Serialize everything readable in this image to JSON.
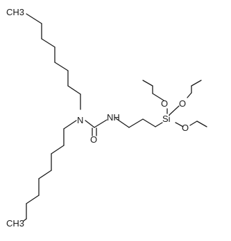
{
  "molecule": {
    "labels": {
      "ch3_top": "CH3",
      "ch3_bottom": "CH3",
      "n_amide": "N",
      "n_h": "NH",
      "o_carbonyl": "O",
      "si": "Si",
      "o_ethoxy_left": "O",
      "o_ethoxy_mid": "O",
      "o_ethoxy_right": "O"
    }
  }
}
